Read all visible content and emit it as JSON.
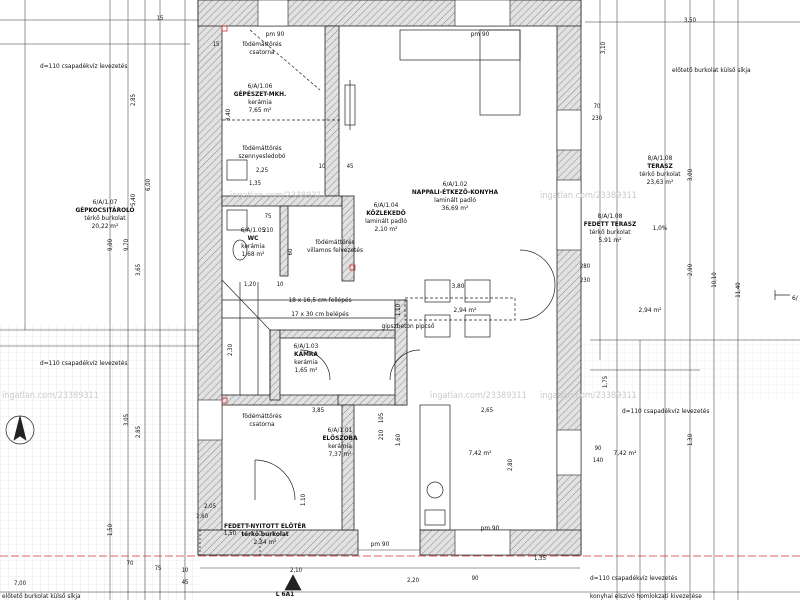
{
  "colors": {
    "wall": "#9a9a9a",
    "line": "#222222",
    "hatch": "#cfcfcf",
    "red": "#d23030",
    "watermark": "#c9c9c9"
  },
  "rooms": [
    {
      "id": "gepeszet",
      "lines": [
        "6/A/1.06",
        "GÉPÉSZET-MKH.",
        "kerámia",
        "7,65 m²"
      ]
    },
    {
      "id": "wc",
      "lines": [
        "6/A/1.05",
        "WC",
        "kerámia",
        "1,68 m²"
      ]
    },
    {
      "id": "kozlekedo",
      "lines": [
        "6/A/1.04",
        "KÖZLEKEDŐ",
        "laminált padló",
        "2,10 m²"
      ]
    },
    {
      "id": "nappali",
      "lines": [
        "6/A/1.02",
        "NAPPALI-ÉTKEZŐ-KONYHA",
        "laminált padló",
        "36,69 m²"
      ]
    },
    {
      "id": "kamra",
      "lines": [
        "6/A/1.03",
        "KAMRA",
        "kerámia",
        "1,65 m²"
      ]
    },
    {
      "id": "eloszoba",
      "lines": [
        "6/A/1.01",
        "ELŐSZOBA",
        "kerámia",
        "7,37 m²"
      ]
    },
    {
      "id": "gepkocsi",
      "lines": [
        "6/A/1.07",
        "GÉPKOCSITÁROLÓ",
        "térkő burkolat",
        "20,22 m²"
      ]
    },
    {
      "id": "terasz",
      "lines": [
        "8/A/1.08",
        "TERASZ",
        "térkő burkolat",
        "23,63 m²"
      ]
    },
    {
      "id": "fedett_terasz",
      "lines": [
        "8/A/1.08",
        "FEDETT TERASZ",
        "térkő burkolat",
        "5,91 m²"
      ]
    },
    {
      "id": "fedett_eloter",
      "lines": [
        "FEDETT-NYITOTT ELŐTÉR",
        "térkő burkolat",
        "2,34 m²"
      ]
    }
  ],
  "notes": [
    {
      "id": "n1",
      "lines": [
        "födémáttörés",
        "csatorna"
      ]
    },
    {
      "id": "n2",
      "lines": [
        "födémáttörés",
        "szennyesledobó"
      ]
    },
    {
      "id": "n3",
      "lines": [
        "födémáttörés",
        "villamos felvezetés"
      ]
    },
    {
      "id": "n4",
      "lines": [
        "födémáttörés",
        "csatorna"
      ]
    },
    {
      "id": "n5",
      "text": "gipszbeton pipcső"
    },
    {
      "id": "n6",
      "text": "d=110 csapadékvíz levezetés"
    },
    {
      "id": "n7",
      "text": "d=110 csapadékvíz levezetés"
    },
    {
      "id": "n8",
      "text": "d=110 csapadékvíz levezetés"
    },
    {
      "id": "n9",
      "text": "d=110 csapadékvíz levezetés"
    },
    {
      "id": "n10",
      "text": "előtető burkolat külső síkja"
    },
    {
      "id": "n11",
      "text": "előtető burkolat külső síkja"
    },
    {
      "id": "n12",
      "text": "konyhai elszívó homlokzati kivezetése"
    },
    {
      "id": "stair1",
      "text": "18 x 16,5 cm fellépés"
    },
    {
      "id": "stair2",
      "text": "17 x 30 cm belépés"
    },
    {
      "id": "pm1",
      "text": "pm 90"
    },
    {
      "id": "pm2",
      "text": "pm 90"
    },
    {
      "id": "pm3",
      "text": "pm 90"
    },
    {
      "id": "pm4",
      "text": "pm 90"
    },
    {
      "id": "slope",
      "text": "1,0%"
    },
    {
      "id": "area1",
      "text": "2,94 m²"
    },
    {
      "id": "area2",
      "text": "2,94 m²"
    },
    {
      "id": "area3",
      "text": "7,42 m²"
    },
    {
      "id": "area4",
      "text": "7,42 m²"
    },
    {
      "id": "section",
      "text": "L 6A1"
    },
    {
      "id": "section_r",
      "text": "6/"
    },
    {
      "id": "table_w",
      "text": "3,80"
    },
    {
      "id": "wm1",
      "text": "ingatlan.com/23389311"
    },
    {
      "id": "wm2",
      "text": "ingatlan.com/23389311"
    },
    {
      "id": "wm3",
      "text": "ingatlan.com/23389311"
    },
    {
      "id": "wm4",
      "text": "ingatlan.com/23389311"
    },
    {
      "id": "wm5",
      "text": "ingatlan.com/23389311"
    }
  ],
  "dims": [
    {
      "id": "d1",
      "text": "3,50"
    },
    {
      "id": "d2",
      "text": "2,85"
    },
    {
      "id": "d3",
      "text": "5,40"
    },
    {
      "id": "d4",
      "text": "6,00"
    },
    {
      "id": "d5",
      "text": "9,00"
    },
    {
      "id": "d6",
      "text": "9,70"
    },
    {
      "id": "d7",
      "text": "3,65"
    },
    {
      "id": "d8",
      "text": "3,05"
    },
    {
      "id": "d9",
      "text": "2,85"
    },
    {
      "id": "d10",
      "text": "7,00"
    },
    {
      "id": "d11",
      "text": "1,50"
    },
    {
      "id": "d12",
      "text": "15"
    },
    {
      "id": "d13",
      "text": "3,40"
    },
    {
      "id": "d14",
      "text": "2,25"
    },
    {
      "id": "d15",
      "text": "1,35"
    },
    {
      "id": "d16",
      "text": "10"
    },
    {
      "id": "d17",
      "text": "45"
    },
    {
      "id": "d18",
      "text": "75"
    },
    {
      "id": "d19",
      "text": "210"
    },
    {
      "id": "d20",
      "text": "60"
    },
    {
      "id": "d21",
      "text": "1,20"
    },
    {
      "id": "d22",
      "text": "10"
    },
    {
      "id": "d23",
      "text": "2,30"
    },
    {
      "id": "d24",
      "text": "1,10"
    },
    {
      "id": "d25",
      "text": "3,85"
    },
    {
      "id": "d26",
      "text": "2,65"
    },
    {
      "id": "d27",
      "text": "2,80"
    },
    {
      "id": "d28",
      "text": "1,60"
    },
    {
      "id": "d29",
      "text": "105"
    },
    {
      "id": "d30",
      "text": "210"
    },
    {
      "id": "d31",
      "text": "70"
    },
    {
      "id": "d32",
      "text": "230"
    },
    {
      "id": "d33",
      "text": "280"
    },
    {
      "id": "d34",
      "text": "230"
    },
    {
      "id": "d35",
      "text": "90"
    },
    {
      "id": "d36",
      "text": "140"
    },
    {
      "id": "d37",
      "text": "2,90"
    },
    {
      "id": "d38",
      "text": "10,10"
    },
    {
      "id": "d39",
      "text": "11,40"
    },
    {
      "id": "d40",
      "text": "3,10"
    },
    {
      "id": "d41",
      "text": "1,75"
    },
    {
      "id": "d42",
      "text": "2,20"
    },
    {
      "id": "d43",
      "text": "2,10"
    },
    {
      "id": "d44",
      "text": "1,35"
    },
    {
      "id": "d45",
      "text": "1,10"
    },
    {
      "id": "d46",
      "text": "2,05"
    },
    {
      "id": "d47",
      "text": "1,60"
    },
    {
      "id": "d48",
      "text": "1,50"
    },
    {
      "id": "d49",
      "text": "70"
    },
    {
      "id": "d50",
      "text": "15"
    },
    {
      "id": "d51",
      "text": "10"
    },
    {
      "id": "d52",
      "text": "45"
    },
    {
      "id": "d53",
      "text": "90"
    },
    {
      "id": "d54",
      "text": "3,00"
    },
    {
      "id": "d55",
      "text": "1,30"
    },
    {
      "id": "d56",
      "text": "75"
    }
  ]
}
